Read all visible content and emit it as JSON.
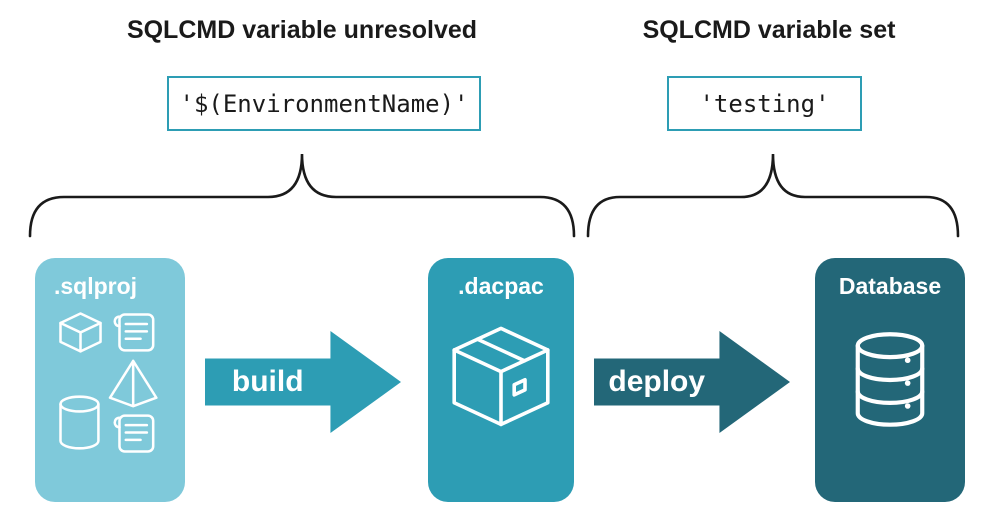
{
  "left_group": {
    "heading": "SQLCMD variable unresolved",
    "code": "'$(EnvironmentName)'"
  },
  "right_group": {
    "heading": "SQLCMD variable set",
    "code": "'testing'"
  },
  "pipeline": {
    "sqlproj": {
      "label": ".sqlproj",
      "color": "#7fc9da",
      "icon": "sql-project-objects-icon"
    },
    "build_arrow": {
      "label": "build",
      "color": "#2d9db4",
      "icon": "right-arrow-icon"
    },
    "dacpac": {
      "label": ".dacpac",
      "color": "#2d9db4",
      "icon": "package-box-icon"
    },
    "deploy_arrow": {
      "label": "deploy",
      "color": "#236778",
      "icon": "right-arrow-icon"
    },
    "database": {
      "label": "Database",
      "color": "#236778",
      "icon": "database-cylinder-icon"
    }
  },
  "colors": {
    "text": "#1a1a1a",
    "code_border": "#2d9db4",
    "background": "#ffffff",
    "icon_stroke": "#ffffff"
  }
}
